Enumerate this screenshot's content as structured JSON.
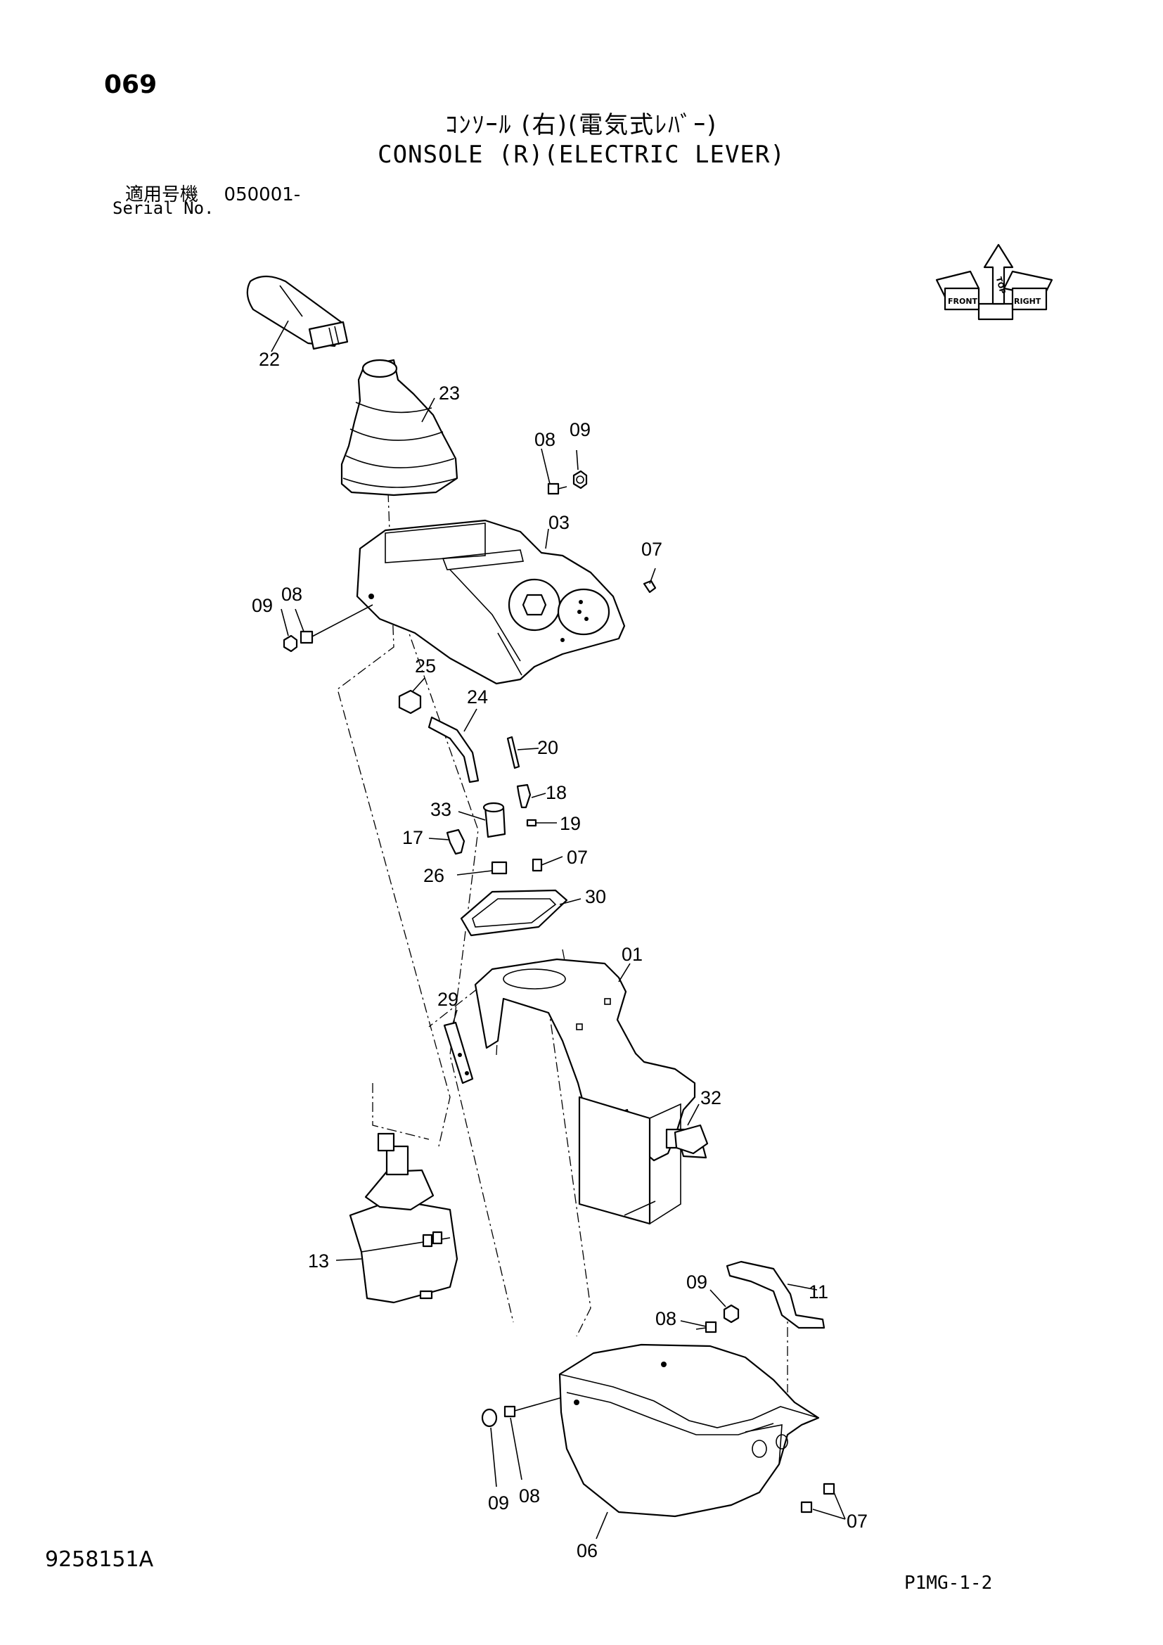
{
  "header": {
    "page_number": "069",
    "title_jp": "ｺﾝｿｰﾙ (右)(電気式ﾚﾊﾞｰ)",
    "title_en": "CONSOLE (R)(ELECTRIC LEVER)",
    "serial_label_jp": "適用号機",
    "serial_value": "050001-",
    "serial_label_en": "Serial No."
  },
  "orientation": {
    "top": "TOP",
    "front": "FRONT",
    "right": "RIGHT"
  },
  "callouts": [
    "22",
    "23",
    "08",
    "09",
    "03",
    "07",
    "09",
    "08",
    "25",
    "24",
    "20",
    "18",
    "33",
    "19",
    "17",
    "07",
    "26",
    "30",
    "01",
    "29",
    "32",
    "13",
    "09",
    "11",
    "08",
    "06",
    "09",
    "08",
    "07"
  ],
  "footer": {
    "drawing_number": "9258151A",
    "sheet_code": "P1MG-1-2"
  }
}
